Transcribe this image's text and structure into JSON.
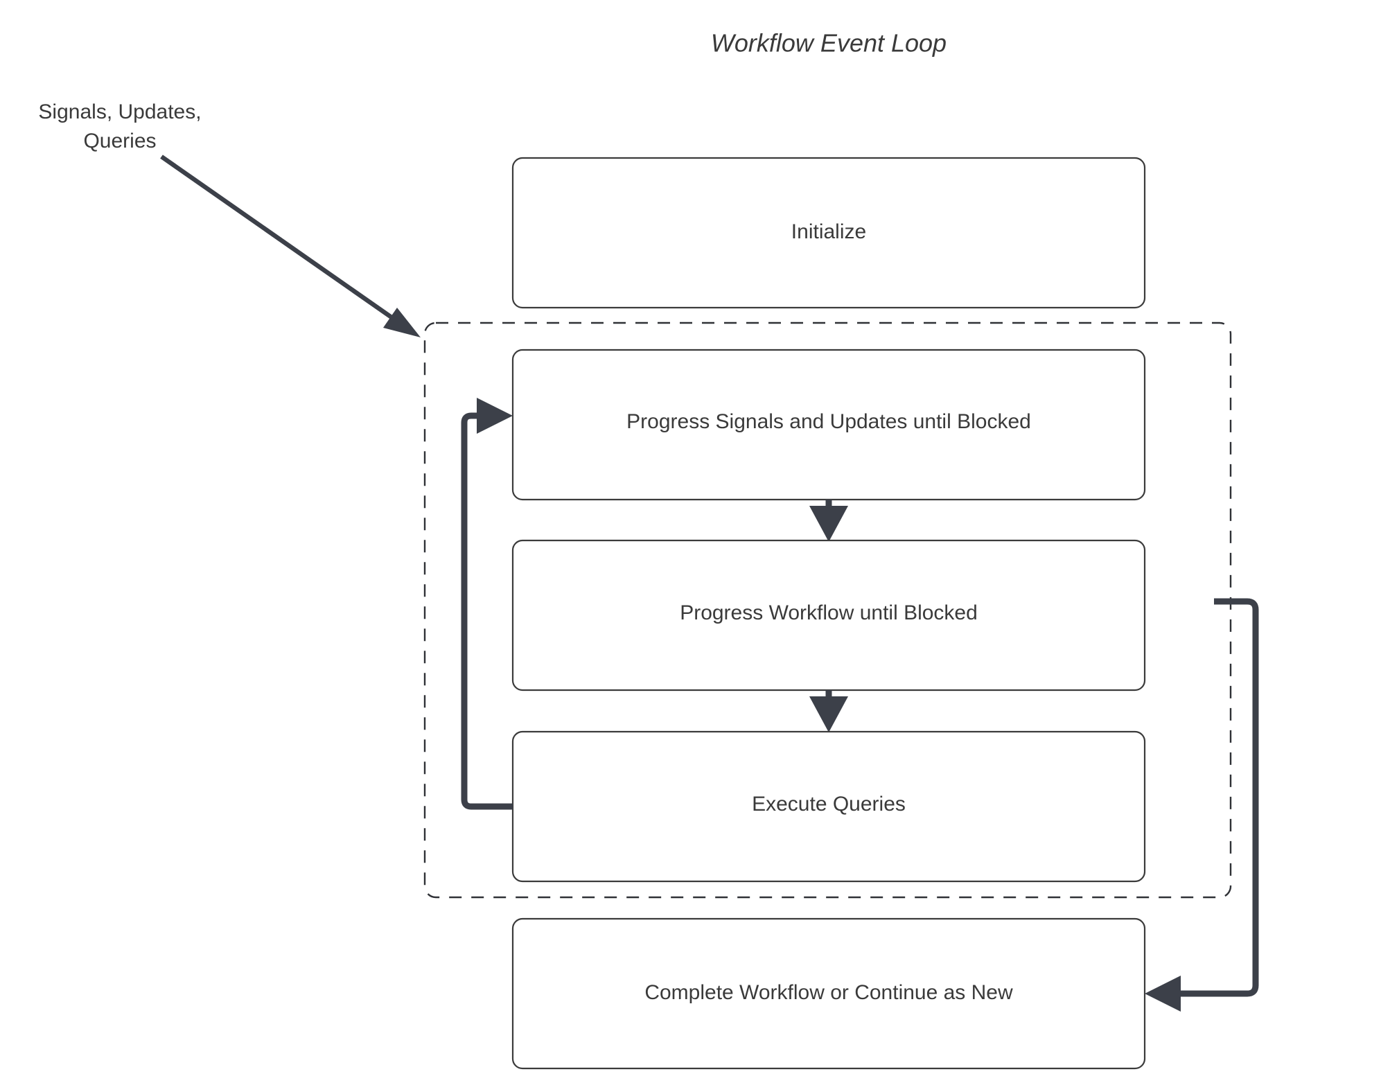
{
  "diagram": {
    "title": "Workflow Event Loop",
    "type": "flowchart",
    "background_color": "#ffffff",
    "node_fill": "#ffffff",
    "node_stroke": "#3b3b3b",
    "edge_color": "#3c4049",
    "text_color": "#3a3a3a",
    "group_stroke": "#2f3136",
    "nodes": [
      {
        "id": "initialize",
        "label": "Initialize"
      },
      {
        "id": "progress-signals",
        "label": "Progress Signals and Updates until Blocked"
      },
      {
        "id": "progress-workflow",
        "label": "Progress Workflow until Blocked"
      },
      {
        "id": "execute-queries",
        "label": "Execute Queries"
      },
      {
        "id": "complete-workflow",
        "label": "Complete Workflow or Continue as New"
      }
    ],
    "group": {
      "id": "event-loop-group",
      "style": "dashed",
      "members": [
        "progress-signals",
        "progress-workflow",
        "execute-queries"
      ]
    },
    "edges": [
      {
        "id": "external-input",
        "from": "external",
        "to": "event-loop-group",
        "label_line1": "Signals, Updates,",
        "label_line2": "Queries",
        "style": "diagonal-arrow"
      },
      {
        "id": "signals-to-workflow",
        "from": "progress-signals",
        "to": "progress-workflow",
        "style": "vertical-arrow"
      },
      {
        "id": "workflow-to-queries",
        "from": "progress-workflow",
        "to": "execute-queries",
        "style": "vertical-arrow"
      },
      {
        "id": "queries-loop-back",
        "from": "execute-queries",
        "to": "progress-signals",
        "style": "left-loop-arrow"
      },
      {
        "id": "loop-exit-to-complete",
        "from": "event-loop-group",
        "to": "complete-workflow",
        "style": "right-loop-arrow"
      }
    ]
  }
}
